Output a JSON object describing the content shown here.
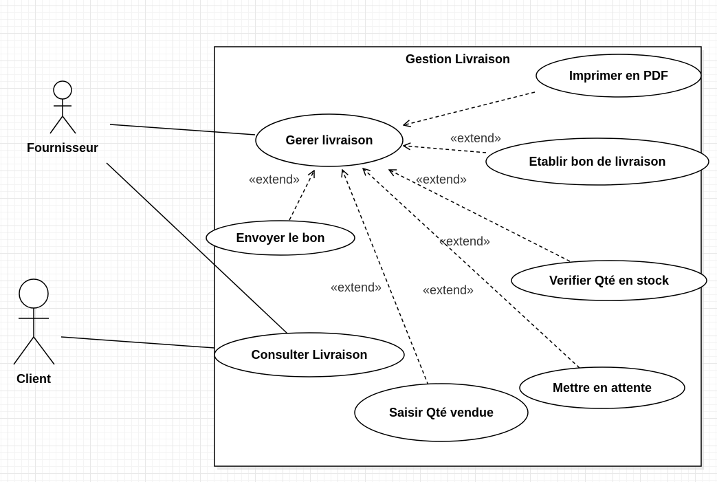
{
  "system": {
    "title": "Gestion Livraison"
  },
  "actors": {
    "fournisseur": "Fournisseur",
    "client": "Client"
  },
  "use_cases": {
    "imprimer": "Imprimer en PDF",
    "gerer": "Gerer livraison",
    "etablir": "Etablir bon de livraison",
    "envoyer": "Envoyer le bon",
    "verifier": "Verifier Qté en stock",
    "consulter": "Consulter Livraison",
    "mettre": "Mettre en attente",
    "saisir": "Saisir Qté vendue"
  },
  "labels": {
    "extend_etablir": "«extend»",
    "extend_envoyer": "«extend»",
    "extend_verifier": "«extend»",
    "extend_mettre_a": "«extend»",
    "extend_saisir": "«extend»",
    "extend_mettre_b": "«extend»"
  }
}
